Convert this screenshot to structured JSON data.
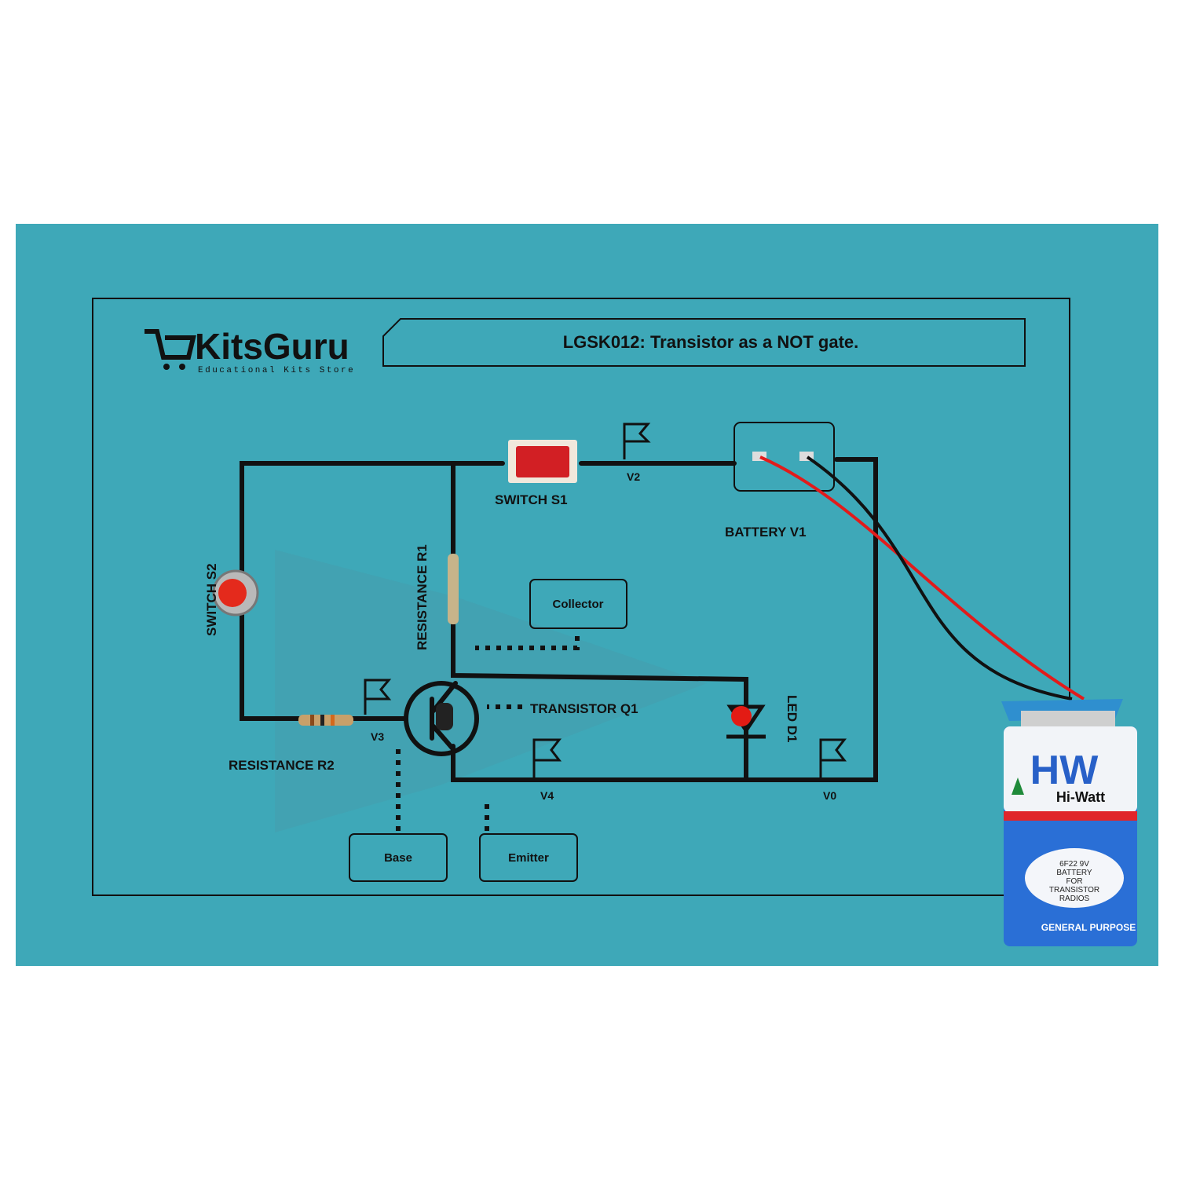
{
  "board": {
    "color": "#3ea8b8",
    "logo": {
      "name": "KitsGuru",
      "tagline": "Educational Kits Store"
    },
    "title": "LGSK012: Transistor as a NOT gate."
  },
  "labels": {
    "switch_s1": "SWITCH S1",
    "switch_s2": "SWITCH S2",
    "battery_v1": "BATTERY V1",
    "resistance_r1": "RESISTANCE R1",
    "resistance_r2": "RESISTANCE R2",
    "transistor_q1": "TRANSISTOR Q1",
    "led_d1": "LED D1",
    "collector": "Collector",
    "base": "Base",
    "emitter": "Emitter",
    "v0": "V0",
    "v2": "V2",
    "v3": "V3",
    "v4": "V4"
  },
  "battery": {
    "brand_mark": "HW",
    "brand": "Hi-Watt",
    "label_lines": [
      "6F22 9V",
      "BATTERY",
      "FOR",
      "TRANSISTOR",
      "RADIOS"
    ],
    "footer": "GENERAL PURPOSE"
  }
}
